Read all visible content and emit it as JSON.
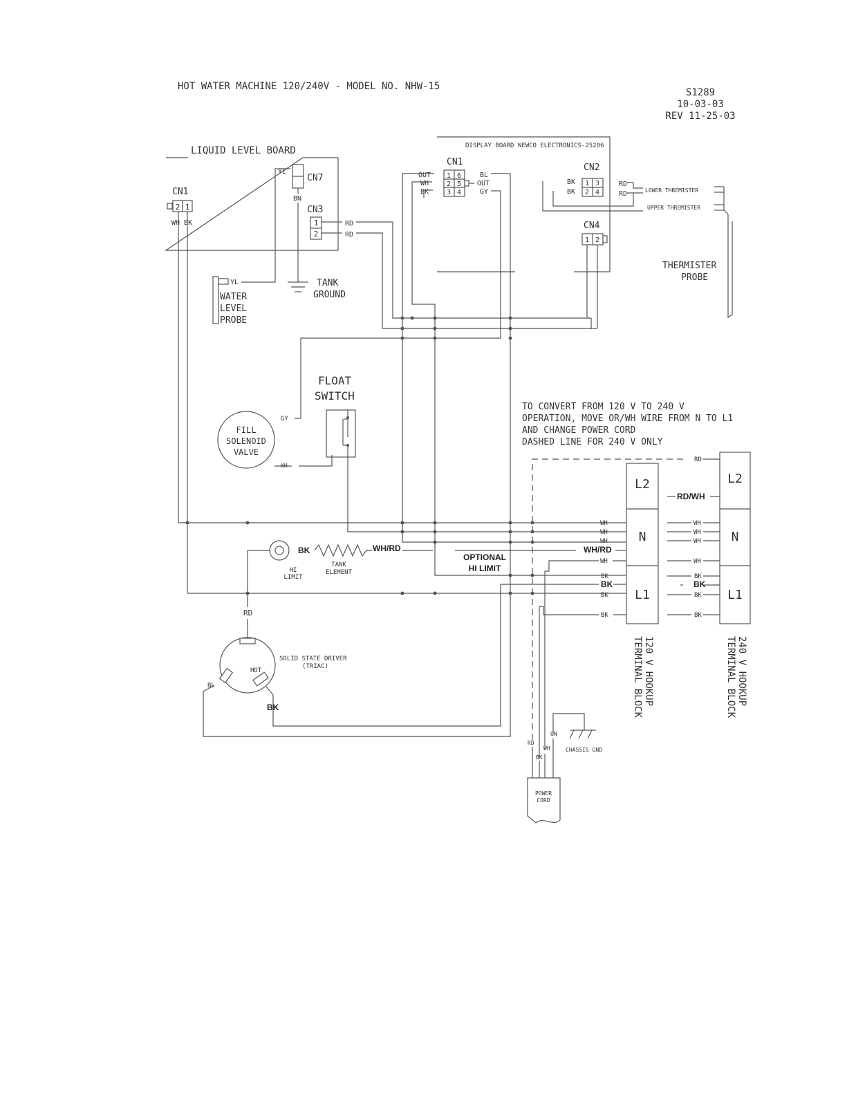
{
  "header": {
    "title": "HOT WATER MACHINE 120/240V - MODEL NO. NHW-15",
    "drawing_no": "S1289",
    "date": "10-03-03",
    "revision": "REV 11-25-03"
  },
  "liquid_level_board": {
    "title": "LIQUID LEVEL BOARD",
    "cn1": "CN1",
    "cn1_pin2": "2",
    "cn1_pin1": "1",
    "cn1_wires": "WH BK",
    "cn7": "CN7",
    "cn7_wire_in": "YL",
    "cn7_wire_out": "BN",
    "cn3": "CN3",
    "cn3_pin1": "1",
    "cn3_pin2": "2",
    "cn3_wire1": "RD",
    "cn3_wire2": "RD"
  },
  "water_level_probe": {
    "wire": "YL",
    "line1": "WATER",
    "line2": "LEVEL",
    "line3": "PROBE"
  },
  "tank_ground": {
    "line1": "TANK",
    "line2": "GROUND"
  },
  "display_board": {
    "title": "DISPLAY BOARD NEWCO ELECTRONICS-25206",
    "cn1": "CN1",
    "cn1_left": [
      "OUT",
      "WH",
      "BK"
    ],
    "cn1_right": [
      "BL",
      "OUT",
      "GY"
    ],
    "cn1_pins_left": [
      "1",
      "2",
      "3"
    ],
    "cn1_pins_right": [
      "6",
      "5",
      "4"
    ],
    "cn2": "CN2",
    "cn2_left": [
      "BK",
      "BK"
    ],
    "cn2_right": [
      "RD",
      "RD"
    ],
    "cn2_pins": [
      "1",
      "3",
      "2",
      "4"
    ],
    "cn4": "CN4",
    "cn4_pins": [
      "1",
      "2"
    ]
  },
  "thermistor": {
    "lower": "LOWER THREMISTER",
    "upper": "UPPER THREMISTER",
    "probe_line1": "THERMISTER",
    "probe_line2": "PROBE"
  },
  "float_switch": {
    "line1": "FLOAT",
    "line2": "SWITCH"
  },
  "fill_valve": {
    "line1": "FILL",
    "line2": "SOLENOID",
    "line3": "VALVE",
    "wire_top": "GY",
    "wire_bottom": "WH"
  },
  "note": {
    "line1": "TO CONVERT FROM 120 V TO 240 V",
    "line2": "OPERATION, MOVE OR/WH WIRE FROM N TO L1",
    "line3": "AND CHANGE POWER CORD",
    "line4": "DASHED LINE FOR 240 V ONLY"
  },
  "hi_limit": {
    "line1": "HI",
    "line2": "LIMIT",
    "wire": "BK"
  },
  "tank_element": {
    "line1": "TANK",
    "line2": "ELEMENT",
    "wire": "WH/RD"
  },
  "optional_hi_limit": {
    "line1": "OPTIONAL",
    "line2": "HI LIMIT"
  },
  "terminal_120": {
    "l2": "L2",
    "n": "N",
    "l1": "L1",
    "wires_n": [
      "WH",
      "WH",
      "WH",
      "WH/RD",
      "WH"
    ],
    "wires_l1": [
      "BK",
      "BK",
      "BK",
      "BK"
    ],
    "caption_line1": "TERMINAL BLOCK",
    "caption_line2": "120 V HOOKUP"
  },
  "terminal_240": {
    "l2": "L2",
    "n": "N",
    "l1": "L1",
    "wire_rd": "RD",
    "wire_rdwh": "RD/WH",
    "wires_n": [
      "WH",
      "WH",
      "WH",
      "WH"
    ],
    "wires_l1": [
      "BK",
      "BK",
      "BK",
      "BK"
    ],
    "caption_line1": "TERMINAL BLOCK",
    "caption_line2": "240 V HOOKUP"
  },
  "triac": {
    "line1": "SOLID STATE DRIVER",
    "line2": "(TRIAC)",
    "hot": "HOT",
    "wire_rd": "RD",
    "wire_bl": "BL",
    "wire_bk": "BK"
  },
  "power_cord": {
    "line1": "POWER",
    "line2": "CORD",
    "wire_rd": "RD",
    "wire_bk": "BK",
    "wire_wh": "WH",
    "wire_gn": "GN",
    "chassis": "CHASSIS GND"
  }
}
